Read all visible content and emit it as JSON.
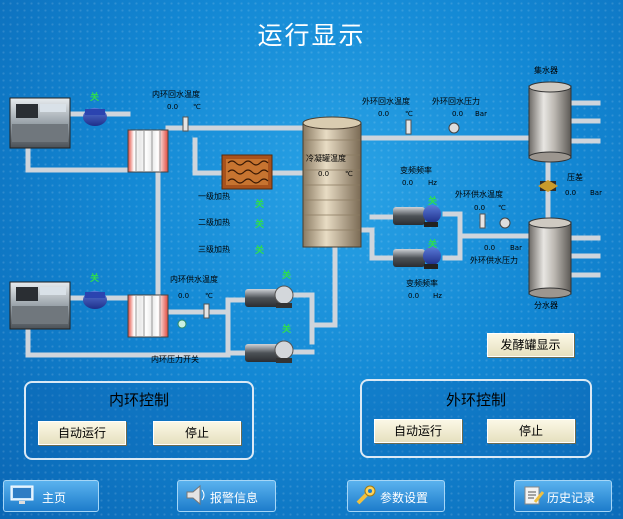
{
  "header": {
    "title": "运行显示"
  },
  "labels": {
    "inner_return_temp": "内环回水温度",
    "inner_return_temp_value": "0.0",
    "inner_return_temp_unit": "℃",
    "outer_return_temp": "外环回水温度",
    "outer_return_temp_value": "0.0",
    "outer_return_temp_unit": "℃",
    "outer_return_pressure": "外环回水压力",
    "outer_return_pressure_value": "0.0",
    "outer_return_pressure_unit": "Bar",
    "collector": "集水器",
    "tank_temp": "冷凝罐温度",
    "tank_temp_value": "0.0",
    "tank_temp_unit": "℃",
    "vfd_top": "变频频率",
    "vfd_top_value": "0.0",
    "vfd_top_unit": "Hz",
    "diff_pressure": "压差",
    "diff_pressure_value": "0.0",
    "diff_pressure_unit": "Bar",
    "outer_supply_temp": "外环供水温度",
    "outer_supply_temp_value": "0.0",
    "outer_supply_temp_unit": "℃",
    "outer_supply_pressure_value": "0.0",
    "outer_supply_pressure_unit": "Bar",
    "outer_supply_pressure": "外环供水压力",
    "vfd_bottom": "变频频率",
    "vfd_bottom_value": "0.0",
    "vfd_bottom_unit": "Hz",
    "distributor": "分水器",
    "heat_1": "一级加热",
    "heat_2": "二级加热",
    "heat_3": "三级加热",
    "inner_supply_temp": "内环供水温度",
    "inner_supply_temp_value": "0.0",
    "inner_supply_temp_unit": "℃",
    "inner_pressure_switch": "内环压力开关",
    "fan_glyph": "关"
  },
  "buttons": {
    "tank_display": "发酵罐显示"
  },
  "inner_control": {
    "title": "内环控制",
    "auto_run": "自动运行",
    "stop": "停止"
  },
  "outer_control": {
    "title": "外环控制",
    "auto_run": "自动运行",
    "stop": "停止"
  },
  "nav": {
    "home": "主页",
    "alarm": "报警信息",
    "params": "参数设置",
    "history": "历史记录"
  },
  "colors": {
    "background": "#1388d4",
    "pipe": "#d0d5dc",
    "panel_border": "#dbe9f5",
    "button_face": "#fbf8e6",
    "fan_green": "#2ee04a"
  }
}
